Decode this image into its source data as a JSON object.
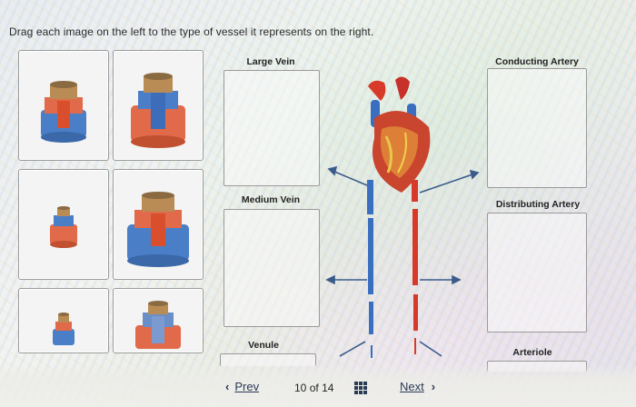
{
  "instruction": "Drag each image on the left to the type of vessel it represents on the right.",
  "drop_zones": {
    "large_vein": "Large Vein",
    "medium_vein": "Medium Vein",
    "venule": "Venule",
    "conducting_artery": "Conducting Artery",
    "distributing_artery": "Distributing Artery",
    "arteriole": "Arteriole"
  },
  "navigation": {
    "prev": "Prev",
    "page": "10",
    "of": "of",
    "total": "14",
    "next": "Next"
  },
  "icons": {
    "prev": "chevron-left-icon",
    "next": "chevron-right-icon",
    "overview": "grid-icon"
  },
  "colors": {
    "vein_blue": "#4a7fc8",
    "artery_red": "#e06a4a",
    "tan_layer": "#b98c56",
    "nav_text": "#2b3a55"
  }
}
